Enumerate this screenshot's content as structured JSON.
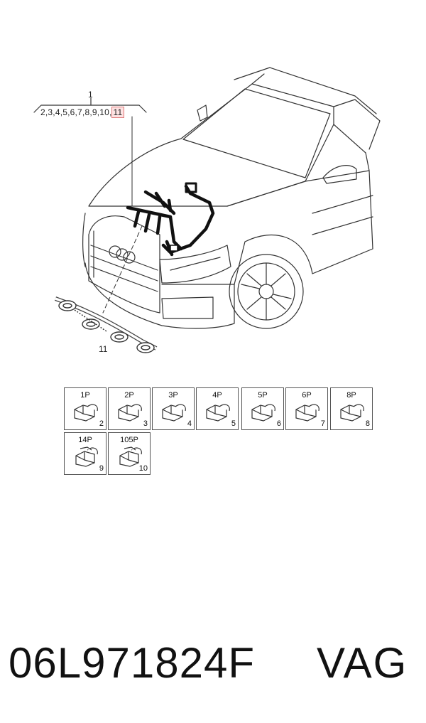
{
  "callouts": {
    "top_label": "1",
    "list_prefix": "2,3,4,5,6,7,8,9,10,",
    "list_highlight": "11",
    "bottom_label": "11"
  },
  "connectors": [
    {
      "code": "1P",
      "num": "2"
    },
    {
      "code": "2P",
      "num": "3"
    },
    {
      "code": "3P",
      "num": "4"
    },
    {
      "code": "4P",
      "num": "5"
    },
    {
      "code": "5P",
      "num": "6"
    },
    {
      "code": "6P",
      "num": "7"
    },
    {
      "code": "8P",
      "num": "8"
    },
    {
      "code": "14P",
      "num": "9"
    },
    {
      "code": "105P",
      "num": "10"
    }
  ],
  "footer": {
    "part_number": "06L971824F",
    "brand": "VAG"
  },
  "colors": {
    "line": "#333333",
    "highlight_bg": "#fde2e2",
    "highlight_border": "#e07a7a"
  }
}
